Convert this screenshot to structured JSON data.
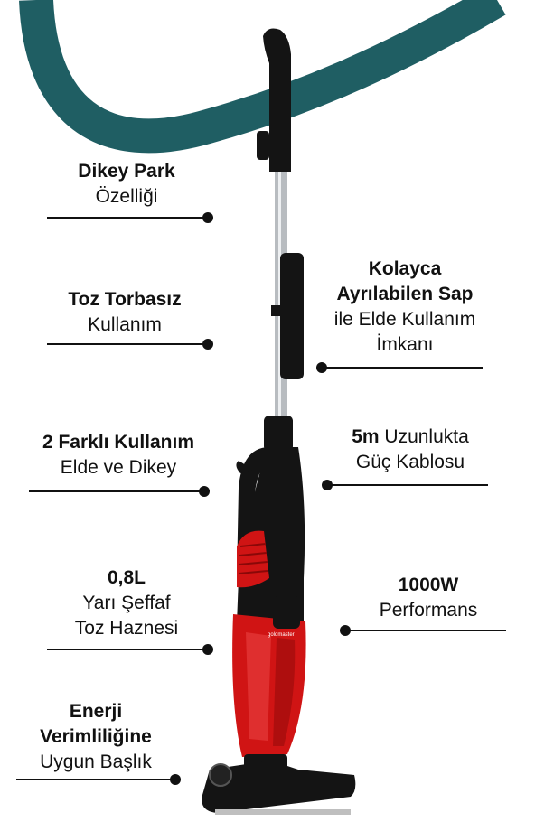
{
  "features": {
    "dikey_park": {
      "bold": "Dikey Park",
      "normal": "Özelliği"
    },
    "toz_torbasiz": {
      "bold": "Toz Torbasız",
      "normal": "Kullanım"
    },
    "iki_farkli": {
      "bold": "2 Farklı Kullanım",
      "normal": "Elde ve Dikey"
    },
    "haznesi": {
      "bold": "0,8L",
      "line2": "Yarı Şeffaf",
      "line3": "Toz Haznesi"
    },
    "enerji": {
      "bold1": "Enerji",
      "bold2": "Verimliliğine",
      "normal": "Uygun Başlık"
    },
    "kolayca": {
      "bold1": "Kolayca",
      "bold2": "Ayrılabilen Sap",
      "line3": "ile Elde Kullanım",
      "line4": "İmkanı"
    },
    "kablo": {
      "bold": "5m",
      "rest": " Uzunlukta",
      "line2": "Güç Kablosu"
    },
    "performans": {
      "bold": "1000W",
      "normal": "Performans"
    }
  },
  "product": {
    "brand_text": "goldmaster"
  },
  "colors": {
    "teal": "#1f5e63",
    "red": "#d01414",
    "black": "#141414"
  }
}
